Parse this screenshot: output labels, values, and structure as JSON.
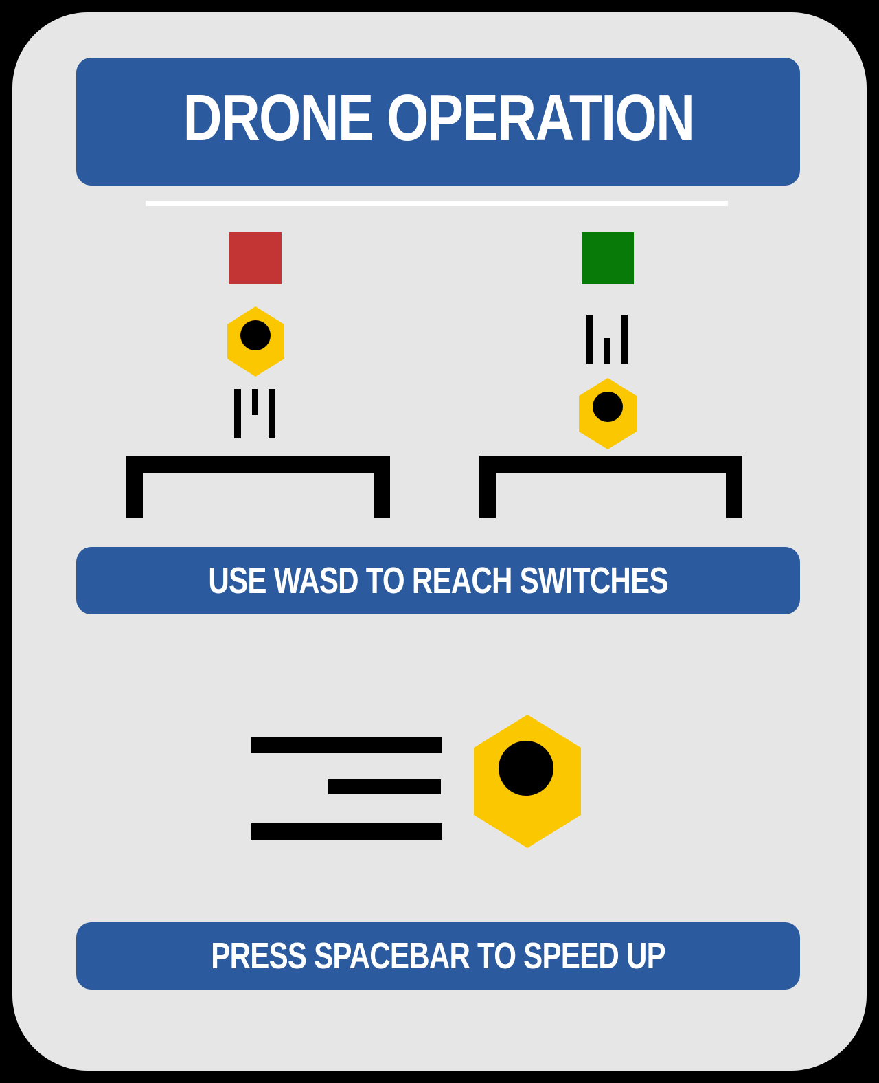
{
  "title": "DRONE OPERATION",
  "instructions": {
    "move": "USE WASD TO REACH SWITCHES",
    "speed": "PRESS SPACEBAR TO SPEED UP"
  },
  "colors": {
    "background": "#000000",
    "card": "#e6e6e6",
    "banner": "#2b5b9e",
    "drone": "#fbc700",
    "switch_off": "#c33535",
    "switch_on": "#087a08"
  },
  "icons": {
    "left_panel": [
      "red-switch-icon",
      "drone-icon",
      "thrust-lines-icon",
      "platform-icon"
    ],
    "right_panel": [
      "green-switch-icon",
      "thrust-lines-icon",
      "drone-icon",
      "platform-icon"
    ],
    "speed_panel": [
      "speed-lines-icon",
      "drone-icon"
    ]
  }
}
